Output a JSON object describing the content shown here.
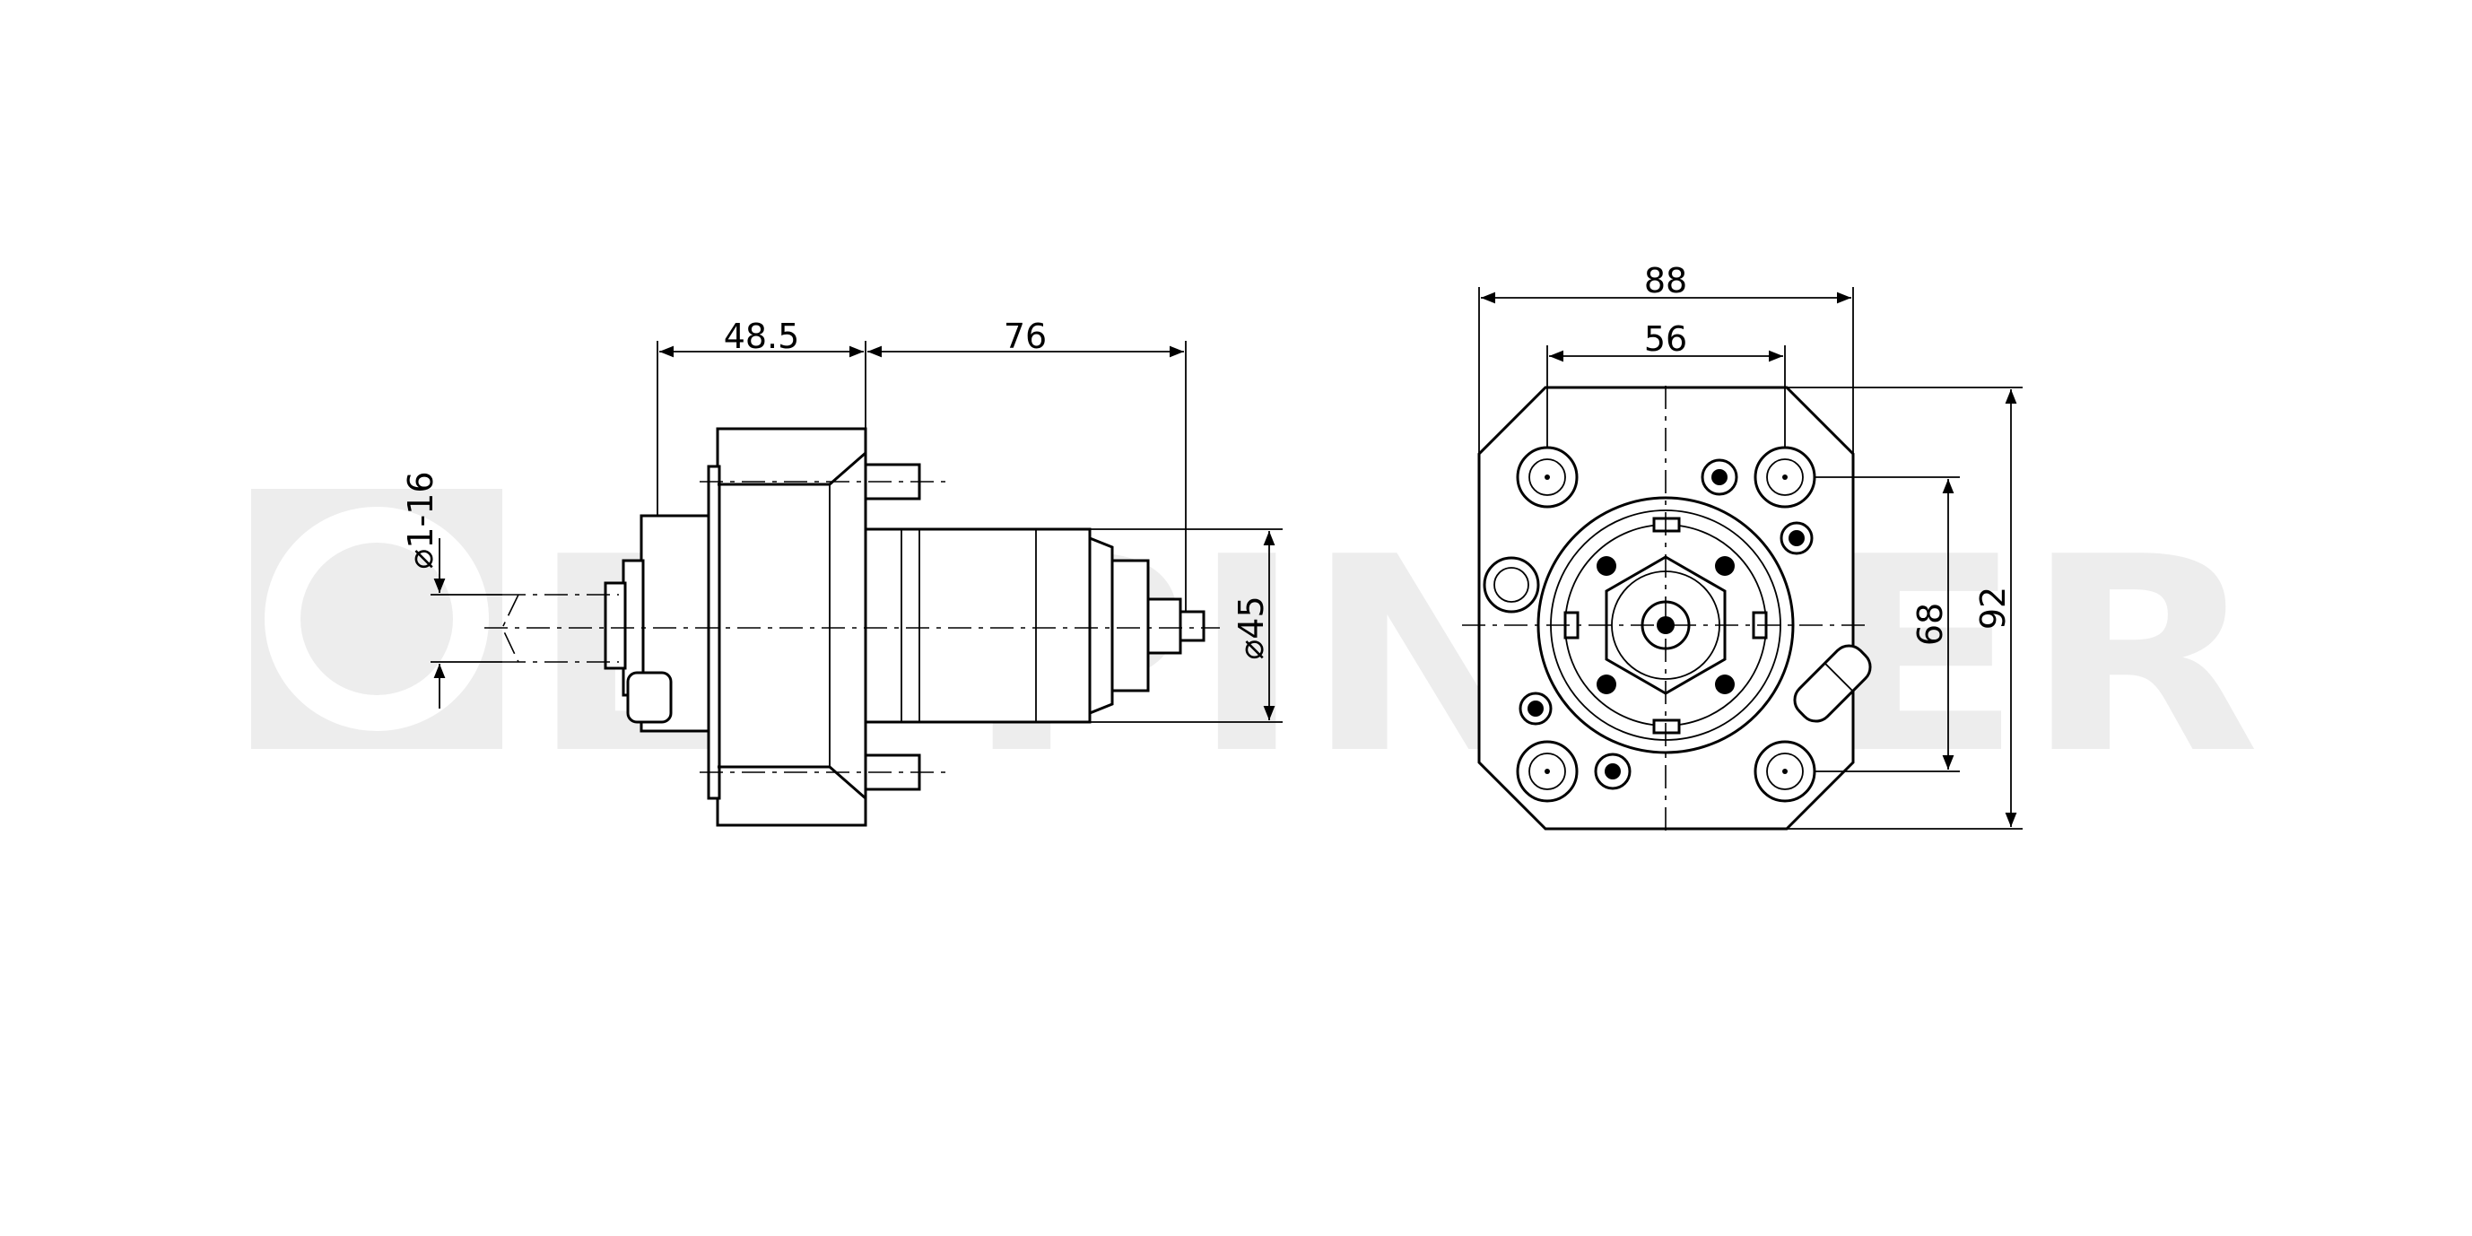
{
  "watermark": {
    "text": "EPPINGER",
    "color": "#ededed"
  },
  "side_view": {
    "dims": {
      "collet_range": "⌀1-16",
      "flange_offset": "48.5",
      "body_length": "76",
      "body_diameter": "⌀45"
    }
  },
  "front_view": {
    "dims": {
      "overall_width": "88",
      "hole_spacing_x": "56",
      "hole_spacing_y": "68",
      "overall_height": "92"
    }
  }
}
